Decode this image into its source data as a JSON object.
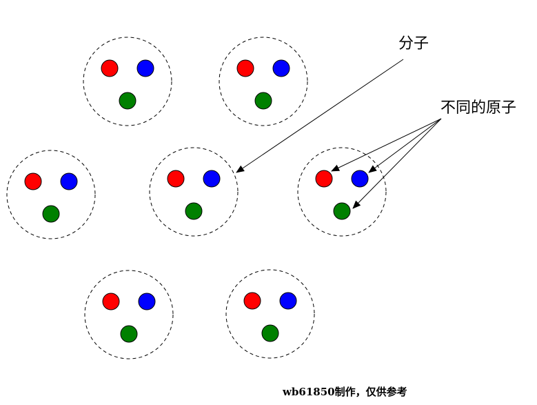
{
  "labels": {
    "molecule": "分子",
    "different_atoms": "不同的原子"
  },
  "watermark": "wb61850制作，仅供参考",
  "colors": {
    "atom_a": "#ff0000",
    "atom_b": "#0000ff",
    "atom_c": "#008000",
    "outline": "#000000",
    "background": "#ffffff"
  },
  "molecule_count": 7,
  "atoms_per_molecule": 3
}
